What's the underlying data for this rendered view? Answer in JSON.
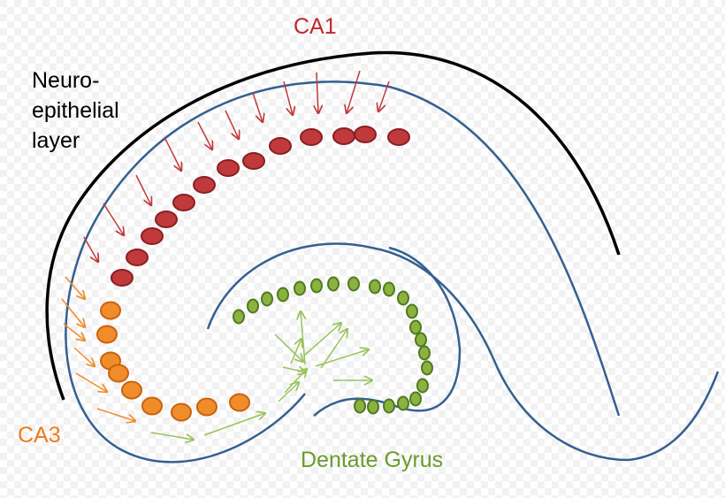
{
  "labels": {
    "ca1": "CA1",
    "neuro_line1": "Neuro-",
    "neuro_line2": "epithelial",
    "neuro_line3": "layer",
    "ca3": "CA3",
    "dentate": "Dentate Gyrus"
  },
  "colors": {
    "ca1": "#c0262c",
    "ca1_fill": "#c0393b",
    "ca1_stroke": "#8b1e22",
    "ca3": "#ef7a1a",
    "ca3_fill": "#f08c2a",
    "ca3_stroke": "#c8620e",
    "dentate": "#6b9a2e",
    "dentate_fill": "#8bb23f",
    "dentate_stroke": "#4f7a1f",
    "outline": "#34608f",
    "neuro_layer": "#000000",
    "arrow_red": "#c0393b",
    "arrow_orange": "#f08c2a",
    "arrow_green": "#9ac25a"
  },
  "icons": {
    "ca1_cell": "red-oval-cell",
    "ca3_cell": "orange-oval-cell",
    "dentate_cell": "green-oval-cell",
    "migration_arrow": "thin-arrow"
  }
}
